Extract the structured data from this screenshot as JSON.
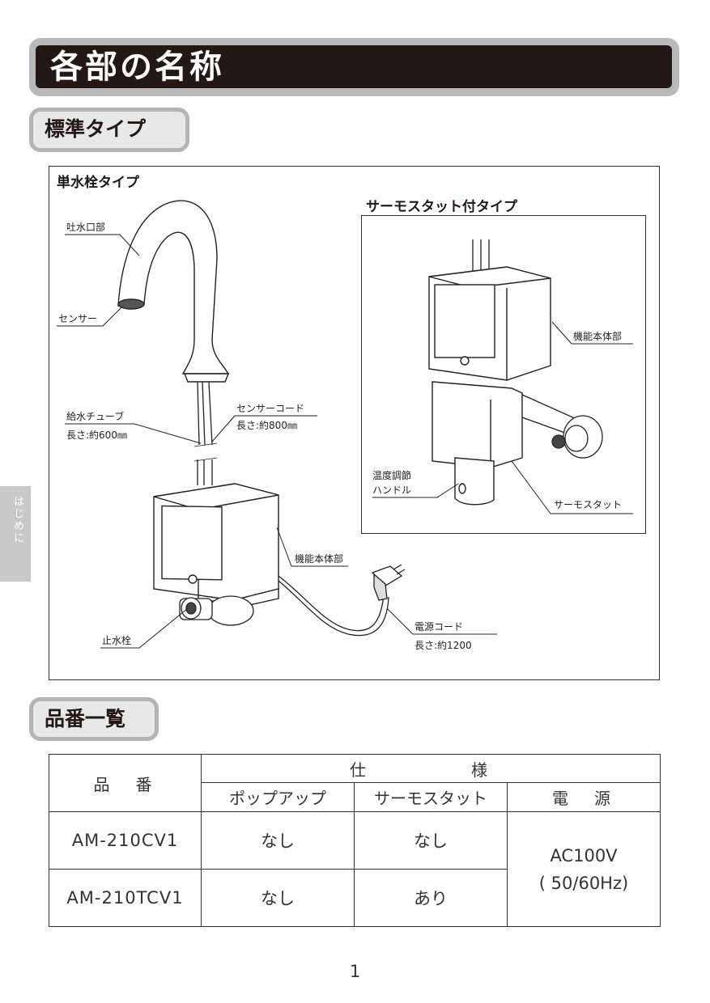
{
  "title": "各部の名称",
  "section1": "標準タイプ",
  "section2": "品番一覧",
  "side_tab": "はじめに",
  "diagram": {
    "single_title": "単水栓タイプ",
    "thermo_title": "サーモスタット付タイプ",
    "labels": {
      "spout": "吐水口部",
      "sensor": "センサー",
      "supply_tube": "給水チューブ",
      "supply_tube_len": "長さ:約600㎜",
      "sensor_cord": "センサーコード",
      "sensor_cord_len": "長さ:約800㎜",
      "body": "機能本体部",
      "stop_valve": "止水栓",
      "power_cord": "電源コード",
      "power_cord_len": "長さ:約1200",
      "thermo_body": "機能本体部",
      "temp_handle_1": "温度調節",
      "temp_handle_2": "ハンドル",
      "thermostat": "サーモスタット"
    }
  },
  "table": {
    "col_product": "品　番",
    "col_spec": "仕　　様",
    "col_popup": "ポップアップ",
    "col_thermo": "サーモスタット",
    "col_power": "電　源",
    "rows": [
      {
        "product": "AM-210CV1",
        "popup": "なし",
        "thermo": "なし"
      },
      {
        "product": "AM-210TCV1",
        "popup": "なし",
        "thermo": "あり"
      }
    ],
    "power_line1": "AC100V",
    "power_line2": "( 50/60Hz)"
  },
  "page_number": "1"
}
